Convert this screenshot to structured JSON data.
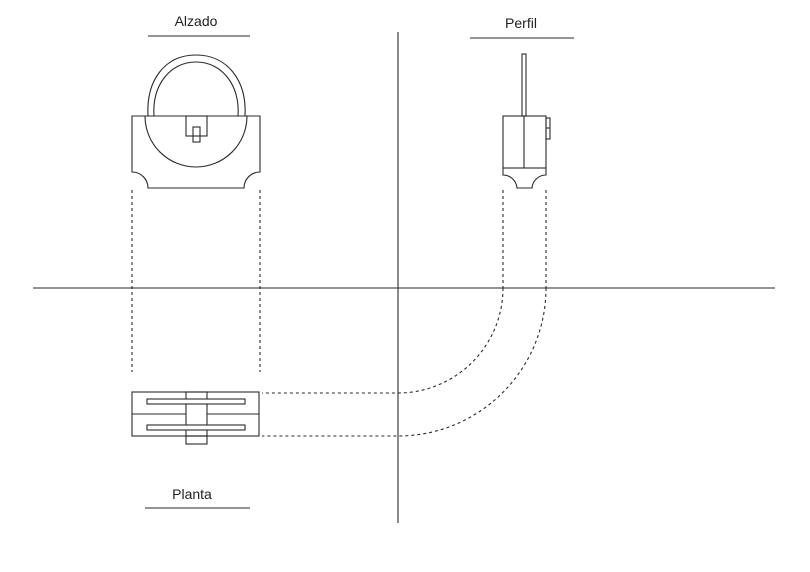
{
  "labels": {
    "alzado": "Alzado",
    "perfil": "Perfil",
    "planta": "Planta"
  },
  "colors": {
    "stroke": "#2a2a2a",
    "background": "#ffffff"
  }
}
